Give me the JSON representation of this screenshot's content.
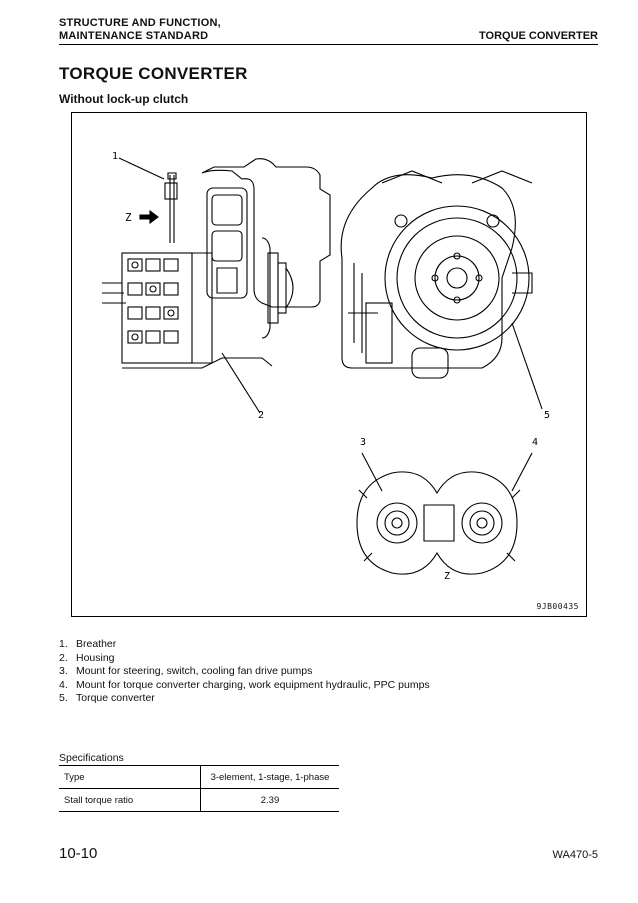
{
  "header": {
    "section_line1": "STRUCTURE AND FUNCTION,",
    "section_line2": "MAINTENANCE STANDARD",
    "topic": "TORQUE CONVERTER"
  },
  "title": "TORQUE CONVERTER",
  "subtitle": "Without lock-up clutch",
  "figure": {
    "code": "9JB00435",
    "labels": [
      "1",
      "2",
      "3",
      "4",
      "5",
      "Z",
      "Z"
    ]
  },
  "callouts": [
    {
      "num": "1.",
      "text": "Breather"
    },
    {
      "num": "2.",
      "text": "Housing"
    },
    {
      "num": "3.",
      "text": "Mount for steering, switch, cooling fan drive pumps"
    },
    {
      "num": "4.",
      "text": "Mount for torque converter charging, work equipment hydraulic, PPC pumps"
    },
    {
      "num": "5.",
      "text": "Torque converter"
    }
  ],
  "specifications": {
    "title": "Specifications",
    "rows": [
      {
        "label": "Type",
        "value": "3-element, 1-stage, 1-phase"
      },
      {
        "label": "Stall torque ratio",
        "value": "2.39"
      }
    ]
  },
  "footer": {
    "page": "10-10",
    "model": "WA470-5"
  }
}
